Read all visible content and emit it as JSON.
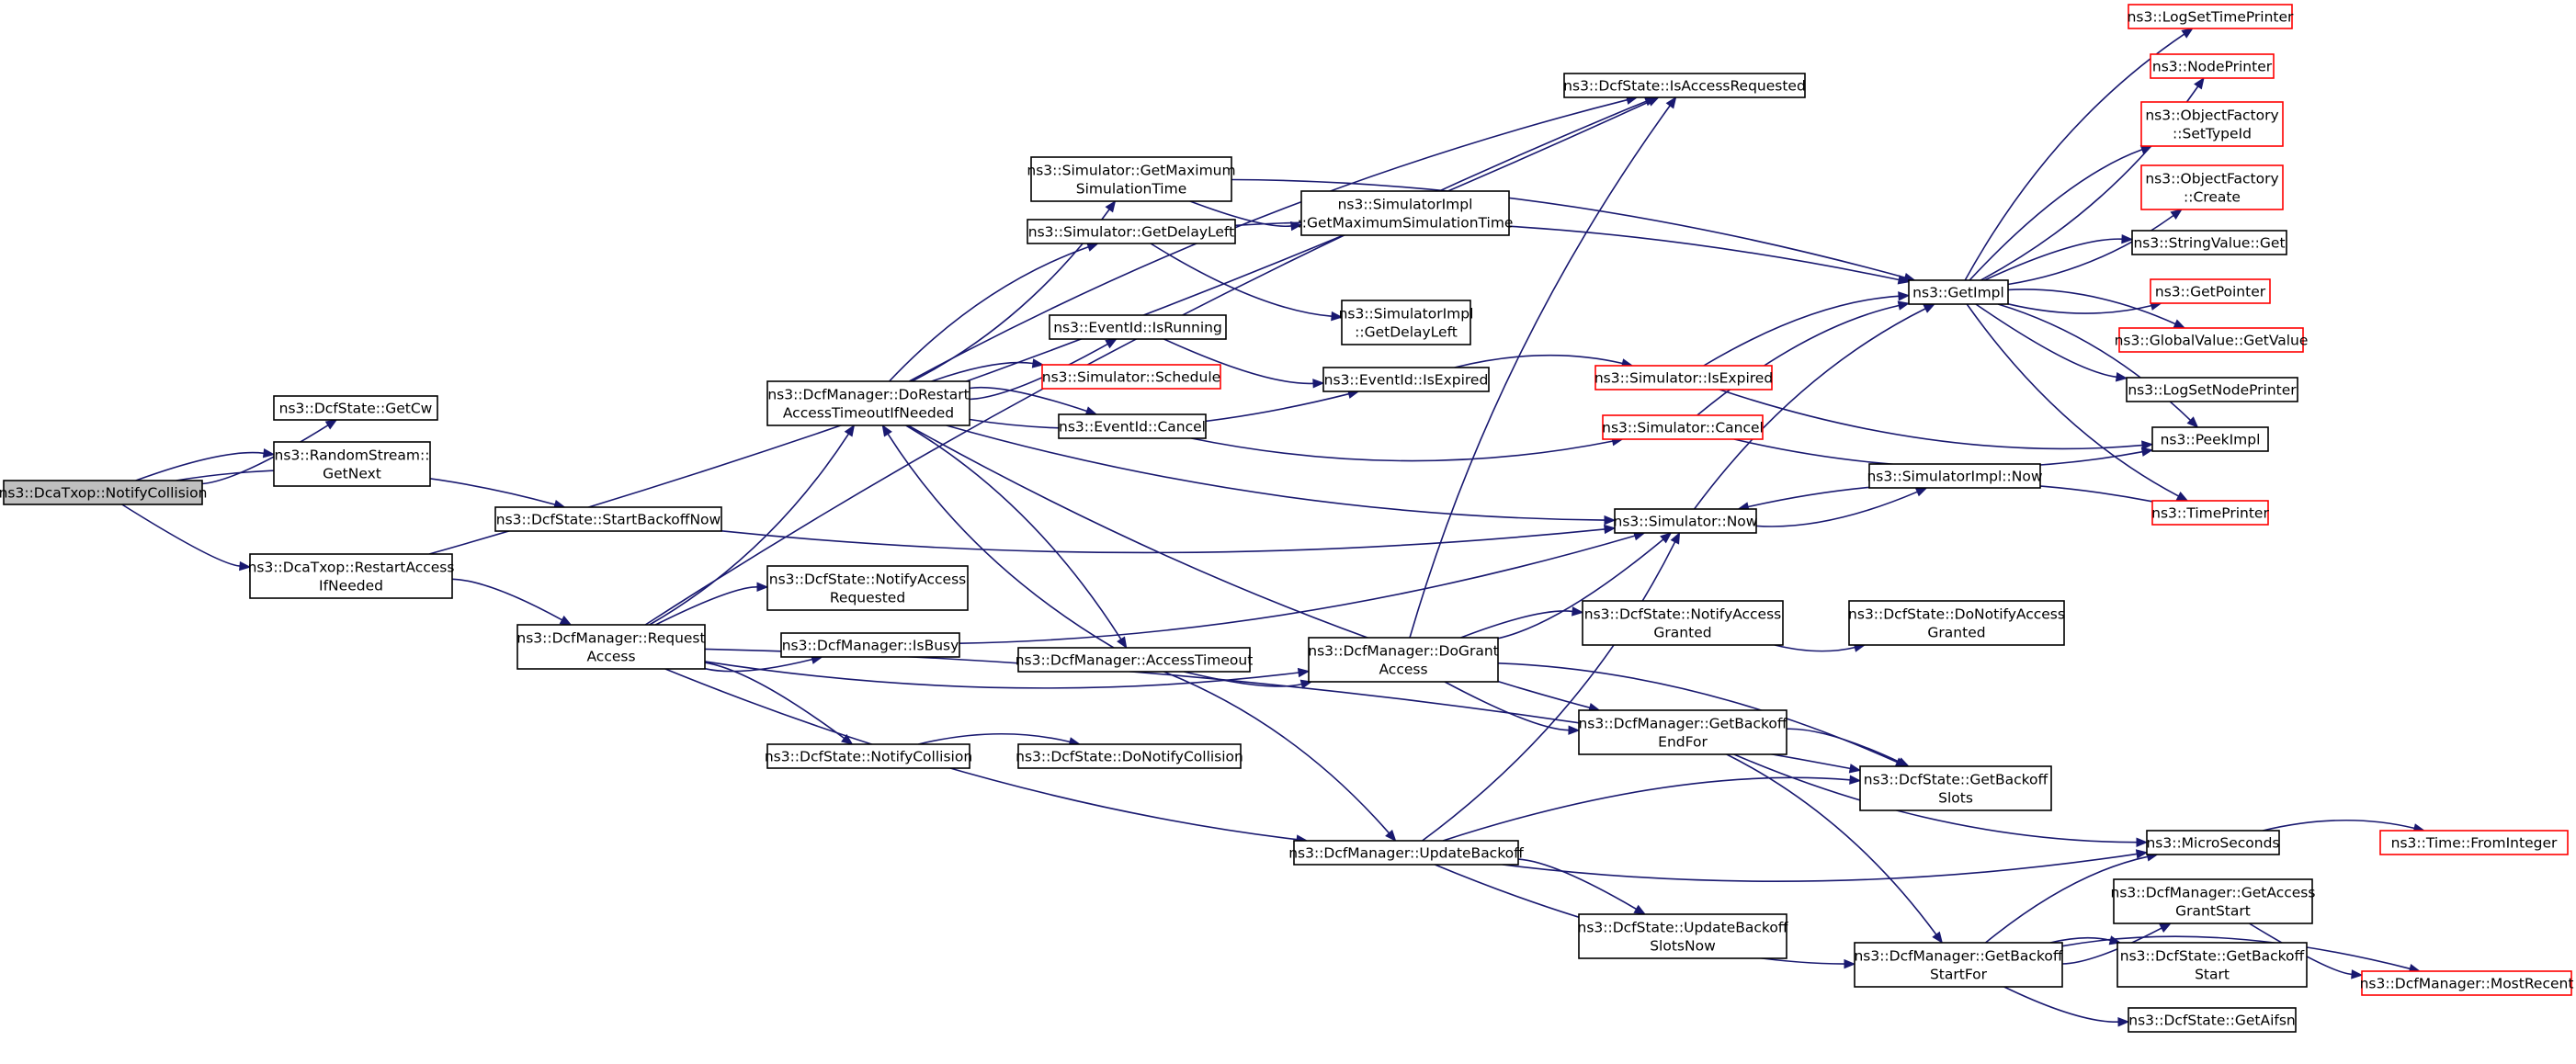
{
  "graph": {
    "title": "",
    "colors": {
      "edge": "#191970",
      "node_border": "#000000",
      "truncated_border": "#ff0000",
      "root_fill": "#bfbfbf"
    },
    "nodes": [
      {
        "id": "root",
        "lines": [
          "ns3::DcaTxop::NotifyCollision"
        ],
        "style": "root"
      },
      {
        "id": "dcf_getcw",
        "lines": [
          "ns3::DcfState::GetCw"
        ]
      },
      {
        "id": "rs_getnext",
        "lines": [
          "ns3::RandomStream::",
          "GetNext"
        ]
      },
      {
        "id": "restart",
        "lines": [
          "ns3::DcaTxop::RestartAccess",
          "IfNeeded"
        ]
      },
      {
        "id": "startbackoff",
        "lines": [
          "ns3::DcfState::StartBackoffNow"
        ]
      },
      {
        "id": "reqaccess",
        "lines": [
          "ns3::DcfManager::Request",
          "Access"
        ]
      },
      {
        "id": "dorestart",
        "lines": [
          "ns3::DcfManager::DoRestart",
          "AccessTimeoutIfNeeded"
        ]
      },
      {
        "id": "notify_acc_req",
        "lines": [
          "ns3::DcfState::NotifyAccess",
          "Requested"
        ]
      },
      {
        "id": "isbusy",
        "lines": [
          "ns3::DcfManager::IsBusy"
        ]
      },
      {
        "id": "notify_collision",
        "lines": [
          "ns3::DcfState::NotifyCollision"
        ]
      },
      {
        "id": "do_notify_collision",
        "lines": [
          "ns3::DcfState::DoNotifyCollision"
        ]
      },
      {
        "id": "sim_getmax",
        "lines": [
          "ns3::Simulator::GetMaximum",
          "SimulationTime"
        ]
      },
      {
        "id": "simimpl_getmax",
        "lines": [
          "ns3::SimulatorImpl",
          "::GetMaximumSimulationTime"
        ]
      },
      {
        "id": "sim_getdelay",
        "lines": [
          "ns3::Simulator::GetDelayLeft"
        ]
      },
      {
        "id": "simimpl_getdelay",
        "lines": [
          "ns3::SimulatorImpl",
          "::GetDelayLeft"
        ]
      },
      {
        "id": "eid_isrunning",
        "lines": [
          "ns3::EventId::IsRunning"
        ]
      },
      {
        "id": "sim_schedule",
        "lines": [
          "ns3::Simulator::Schedule"
        ],
        "style": "trunc"
      },
      {
        "id": "eid_isexpired",
        "lines": [
          "ns3::EventId::IsExpired"
        ]
      },
      {
        "id": "eid_cancel",
        "lines": [
          "ns3::EventId::Cancel"
        ]
      },
      {
        "id": "sim_isexpired",
        "lines": [
          "ns3::Simulator::IsExpired"
        ],
        "style": "trunc"
      },
      {
        "id": "sim_cancel",
        "lines": [
          "ns3::Simulator::Cancel"
        ],
        "style": "trunc"
      },
      {
        "id": "isaccessreq",
        "lines": [
          "ns3::DcfState::IsAccessRequested"
        ]
      },
      {
        "id": "sim_now",
        "lines": [
          "ns3::Simulator::Now"
        ]
      },
      {
        "id": "simimpl_now",
        "lines": [
          "ns3::SimulatorImpl::Now"
        ]
      },
      {
        "id": "accesstimeout",
        "lines": [
          "ns3::DcfManager::AccessTimeout"
        ]
      },
      {
        "id": "dogrant",
        "lines": [
          "ns3::DcfManager::DoGrant",
          "Access"
        ]
      },
      {
        "id": "notify_acc_granted",
        "lines": [
          "ns3::DcfState::NotifyAccess",
          "Granted"
        ]
      },
      {
        "id": "do_notify_acc_granted",
        "lines": [
          "ns3::DcfState::DoNotifyAccess",
          "Granted"
        ]
      },
      {
        "id": "getbackoff_endfor",
        "lines": [
          "ns3::DcfManager::GetBackoff",
          "EndFor"
        ]
      },
      {
        "id": "getbackoff_slots",
        "lines": [
          "ns3::DcfState::GetBackoff",
          "Slots"
        ]
      },
      {
        "id": "updatebackoff",
        "lines": [
          "ns3::DcfManager::UpdateBackoff"
        ]
      },
      {
        "id": "updatebackoff_slotsnow",
        "lines": [
          "ns3::DcfState::UpdateBackoff",
          "SlotsNow"
        ]
      },
      {
        "id": "getbackoff_startfor",
        "lines": [
          "ns3::DcfManager::GetBackoff",
          "StartFor"
        ]
      },
      {
        "id": "microseconds",
        "lines": [
          "ns3::MicroSeconds"
        ]
      },
      {
        "id": "time_frominteger",
        "lines": [
          "ns3::Time::FromInteger"
        ],
        "style": "trunc"
      },
      {
        "id": "getaccessgrantstart",
        "lines": [
          "ns3::DcfManager::GetAccess",
          "GrantStart"
        ]
      },
      {
        "id": "dcf_getbackoffstart",
        "lines": [
          "ns3::DcfState::GetBackoff",
          "Start"
        ]
      },
      {
        "id": "dcf_getaifsn",
        "lines": [
          "ns3::DcfState::GetAifsn"
        ]
      },
      {
        "id": "mostrecent",
        "lines": [
          "ns3::DcfManager::MostRecent"
        ],
        "style": "trunc"
      },
      {
        "id": "getimpl",
        "lines": [
          "ns3::GetImpl"
        ]
      },
      {
        "id": "logsettimeprinter",
        "lines": [
          "ns3::LogSetTimePrinter"
        ],
        "style": "trunc"
      },
      {
        "id": "nodeprinter",
        "lines": [
          "ns3::NodePrinter"
        ],
        "style": "trunc"
      },
      {
        "id": "of_settypeid",
        "lines": [
          "ns3::ObjectFactory",
          "::SetTypeId"
        ],
        "style": "trunc"
      },
      {
        "id": "of_create",
        "lines": [
          "ns3::ObjectFactory",
          "::Create"
        ],
        "style": "trunc"
      },
      {
        "id": "stringvalue_get",
        "lines": [
          "ns3::StringValue::Get"
        ]
      },
      {
        "id": "getpointer",
        "lines": [
          "ns3::GetPointer"
        ],
        "style": "trunc"
      },
      {
        "id": "globalvalue_getvalue",
        "lines": [
          "ns3::GlobalValue::GetValue"
        ],
        "style": "trunc"
      },
      {
        "id": "logsetnodeprinter",
        "lines": [
          "ns3::LogSetNodePrinter"
        ]
      },
      {
        "id": "peekimpl",
        "lines": [
          "ns3::PeekImpl"
        ]
      },
      {
        "id": "timeprinter",
        "lines": [
          "ns3::TimePrinter"
        ],
        "style": "trunc"
      }
    ],
    "edges": [
      [
        "root",
        "dcf_getcw"
      ],
      [
        "root",
        "rs_getnext"
      ],
      [
        "root",
        "restart"
      ],
      [
        "root",
        "startbackoff"
      ],
      [
        "restart",
        "isaccessreq"
      ],
      [
        "restart",
        "reqaccess"
      ],
      [
        "startbackoff",
        "sim_now"
      ],
      [
        "reqaccess",
        "isaccessreq"
      ],
      [
        "reqaccess",
        "dorestart"
      ],
      [
        "reqaccess",
        "notify_acc_req"
      ],
      [
        "reqaccess",
        "isbusy"
      ],
      [
        "reqaccess",
        "notify_collision"
      ],
      [
        "reqaccess",
        "dogrant"
      ],
      [
        "reqaccess",
        "getbackoff_slots"
      ],
      [
        "reqaccess",
        "updatebackoff"
      ],
      [
        "dorestart",
        "isaccessreq"
      ],
      [
        "dorestart",
        "sim_getmax"
      ],
      [
        "dorestart",
        "sim_getdelay"
      ],
      [
        "dorestart",
        "eid_isrunning"
      ],
      [
        "dorestart",
        "sim_schedule"
      ],
      [
        "dorestart",
        "eid_isexpired"
      ],
      [
        "dorestart",
        "eid_cancel"
      ],
      [
        "dorestart",
        "sim_now"
      ],
      [
        "dorestart",
        "accesstimeout"
      ],
      [
        "dorestart",
        "getbackoff_endfor"
      ],
      [
        "accesstimeout",
        "dorestart"
      ],
      [
        "accesstimeout",
        "dogrant"
      ],
      [
        "accesstimeout",
        "updatebackoff"
      ],
      [
        "isbusy",
        "sim_now"
      ],
      [
        "notify_collision",
        "do_notify_collision"
      ],
      [
        "sim_getmax",
        "simimpl_getmax"
      ],
      [
        "sim_getmax",
        "getimpl"
      ],
      [
        "sim_getdelay",
        "simimpl_getdelay"
      ],
      [
        "sim_getdelay",
        "getimpl"
      ],
      [
        "eid_isrunning",
        "eid_isexpired"
      ],
      [
        "eid_isexpired",
        "sim_isexpired"
      ],
      [
        "eid_cancel",
        "sim_cancel"
      ],
      [
        "sim_isexpired",
        "getimpl"
      ],
      [
        "sim_isexpired",
        "peekimpl"
      ],
      [
        "sim_cancel",
        "getimpl"
      ],
      [
        "sim_cancel",
        "peekimpl"
      ],
      [
        "sim_now",
        "getimpl"
      ],
      [
        "sim_now",
        "simimpl_now"
      ],
      [
        "dogrant",
        "isaccessreq"
      ],
      [
        "dogrant",
        "sim_now"
      ],
      [
        "dogrant",
        "notify_acc_granted"
      ],
      [
        "dogrant",
        "getbackoff_endfor"
      ],
      [
        "dogrant",
        "getbackoff_slots"
      ],
      [
        "notify_acc_granted",
        "do_notify_acc_granted"
      ],
      [
        "getbackoff_endfor",
        "getbackoff_slots"
      ],
      [
        "getbackoff_endfor",
        "microseconds"
      ],
      [
        "getbackoff_endfor",
        "getbackoff_startfor"
      ],
      [
        "updatebackoff",
        "sim_now"
      ],
      [
        "updatebackoff",
        "getbackoff_slots"
      ],
      [
        "updatebackoff",
        "microseconds"
      ],
      [
        "updatebackoff",
        "updatebackoff_slotsnow"
      ],
      [
        "updatebackoff",
        "getbackoff_startfor"
      ],
      [
        "getbackoff_startfor",
        "microseconds"
      ],
      [
        "getbackoff_startfor",
        "getaccessgrantstart"
      ],
      [
        "getbackoff_startfor",
        "dcf_getbackoffstart"
      ],
      [
        "getbackoff_startfor",
        "dcf_getaifsn"
      ],
      [
        "getbackoff_startfor",
        "mostrecent"
      ],
      [
        "getaccessgrantstart",
        "mostrecent"
      ],
      [
        "microseconds",
        "time_frominteger"
      ],
      [
        "timeprinter",
        "sim_now"
      ],
      [
        "getimpl",
        "logsettimeprinter"
      ],
      [
        "getimpl",
        "nodeprinter"
      ],
      [
        "getimpl",
        "of_settypeid"
      ],
      [
        "getimpl",
        "of_create"
      ],
      [
        "getimpl",
        "stringvalue_get"
      ],
      [
        "getimpl",
        "getpointer"
      ],
      [
        "getimpl",
        "globalvalue_getvalue"
      ],
      [
        "getimpl",
        "logsetnodeprinter"
      ],
      [
        "getimpl",
        "peekimpl"
      ],
      [
        "getimpl",
        "timeprinter"
      ]
    ]
  }
}
